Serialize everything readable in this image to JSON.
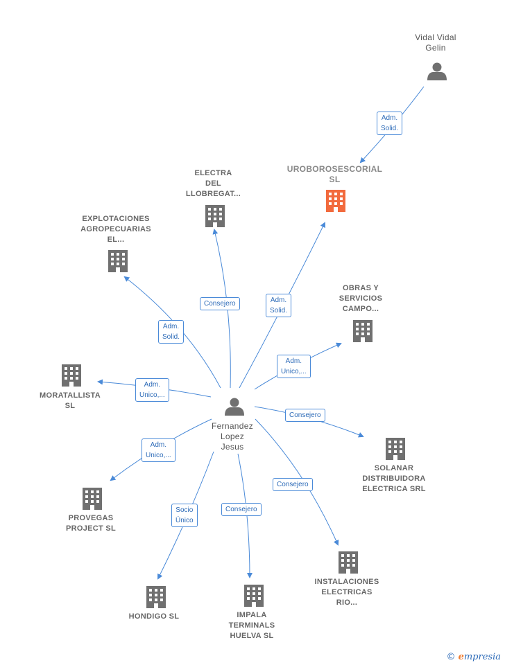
{
  "colors": {
    "edge": "#4a8ad8",
    "building": "#707070",
    "main_building": "#f26a3d",
    "person": "#707070"
  },
  "nodes": {
    "vidal": {
      "l1": "Vidal Vidal",
      "l2": "Gelin"
    },
    "uroboros": {
      "l1": "UROBOROSESCORIAL",
      "l2": "SL"
    },
    "electra": {
      "l1": "ELECTRA",
      "l2": "DEL",
      "l3": "LLOBREGAT..."
    },
    "explotaciones": {
      "l1": "EXPLOTACIONES",
      "l2": "AGROPECUARIAS",
      "l3": "EL..."
    },
    "obras": {
      "l1": "OBRAS Y",
      "l2": "SERVICIOS",
      "l3": "CAMPO..."
    },
    "moratallista": {
      "l1": "MORATALLISTA",
      "l2": "SL"
    },
    "fernandez": {
      "l1": "Fernandez",
      "l2": "Lopez",
      "l3": "Jesus"
    },
    "solanar": {
      "l1": "SOLANAR",
      "l2": "DISTRIBUIDORA",
      "l3": "ELECTRICA SRL"
    },
    "provegas": {
      "l1": "PROVEGAS",
      "l2": "PROJECT  SL"
    },
    "hondigo": {
      "l1": "HONDIGO SL"
    },
    "impala": {
      "l1": "IMPALA",
      "l2": "TERMINALS",
      "l3": "HUELVA  SL"
    },
    "instalaciones": {
      "l1": "INSTALACIONES",
      "l2": "ELECTRICAS",
      "l3": "RIO..."
    }
  },
  "edges": {
    "vidal_uroboros": {
      "l1": "Adm.",
      "l2": "Solid."
    },
    "f_uroboros": {
      "l1": "Adm.",
      "l2": "Solid."
    },
    "f_electra": {
      "l1": "Consejero"
    },
    "f_explotaciones": {
      "l1": "Adm.",
      "l2": "Solid."
    },
    "f_obras": {
      "l1": "Adm.",
      "l2": "Unico,..."
    },
    "f_moratallista": {
      "l1": "Adm.",
      "l2": "Unico,..."
    },
    "f_solanar": {
      "l1": "Consejero"
    },
    "f_provegas": {
      "l1": "Adm.",
      "l2": "Unico,..."
    },
    "f_hondigo": {
      "l1": "Socio",
      "l2": "Único"
    },
    "f_impala": {
      "l1": "Consejero"
    },
    "f_instalaciones": {
      "l1": "Consejero"
    }
  },
  "brand": {
    "copyright": "©",
    "e": "e",
    "rest": "mpresia"
  }
}
